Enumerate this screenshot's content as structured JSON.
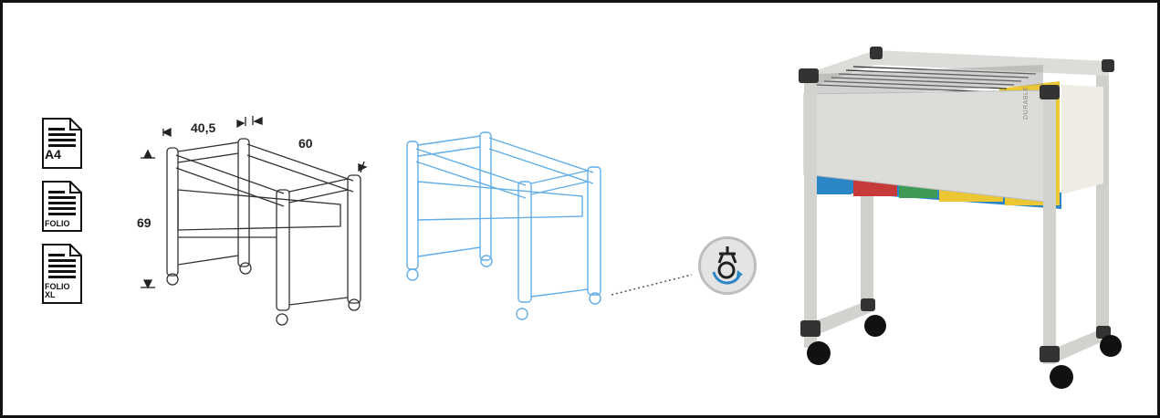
{
  "formats": [
    {
      "label": "A4",
      "icon": "document-a4-icon"
    },
    {
      "label": "FOLIO",
      "icon": "document-folio-icon"
    },
    {
      "label": "FOLIO XL",
      "icon": "document-folio-xl-icon"
    }
  ],
  "dimensions": {
    "width": "40,5",
    "depth": "60",
    "height": "69"
  },
  "feature_icon": "swivel-castor-icon",
  "product": {
    "brand": "DURABLE"
  },
  "colors": {
    "outline": "#333333",
    "blueprint": "#62aee8",
    "frame": "#d5d6d2",
    "folder_yellow": "#ecc734",
    "folder_blue": "#2b86c5",
    "folder_red": "#c73a3a",
    "folder_green": "#3e9a55"
  }
}
